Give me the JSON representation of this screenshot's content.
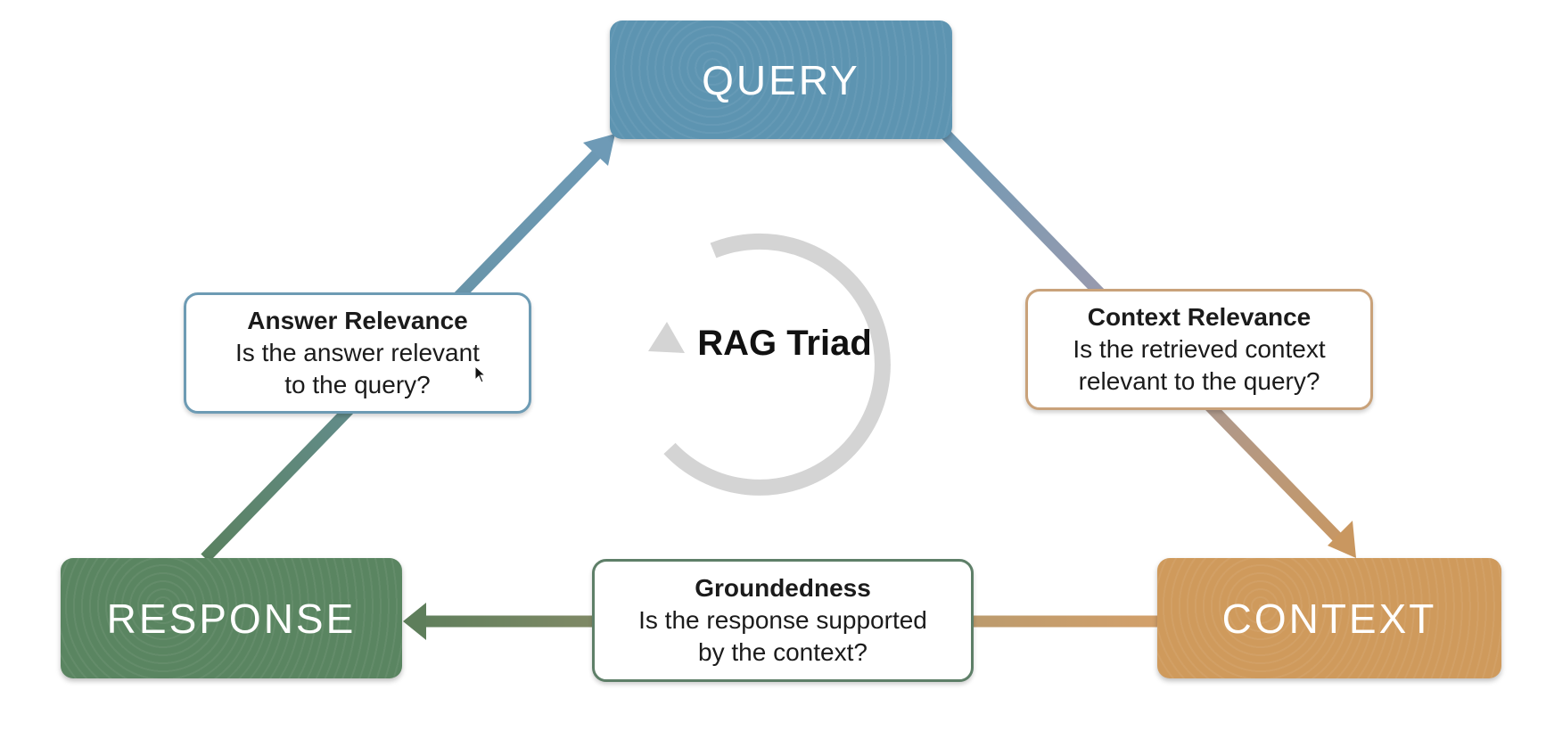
{
  "nodes": {
    "query": "QUERY",
    "response": "RESPONSE",
    "context": "CONTEXT"
  },
  "center_label": "RAG Triad",
  "cards": {
    "answer_relevance": {
      "title": "Answer Relevance",
      "line1": "Is the answer relevant",
      "line2": "to the query?"
    },
    "context_relevance": {
      "title": "Context Relevance",
      "line1": "Is the retrieved context",
      "line2": "relevant to the query?"
    },
    "groundedness": {
      "title": "Groundedness",
      "line1": "Is the response supported",
      "line2": "by the context?"
    }
  },
  "colors": {
    "query": "#5d94b1",
    "response": "#5a8561",
    "context": "#cf9a5c"
  }
}
